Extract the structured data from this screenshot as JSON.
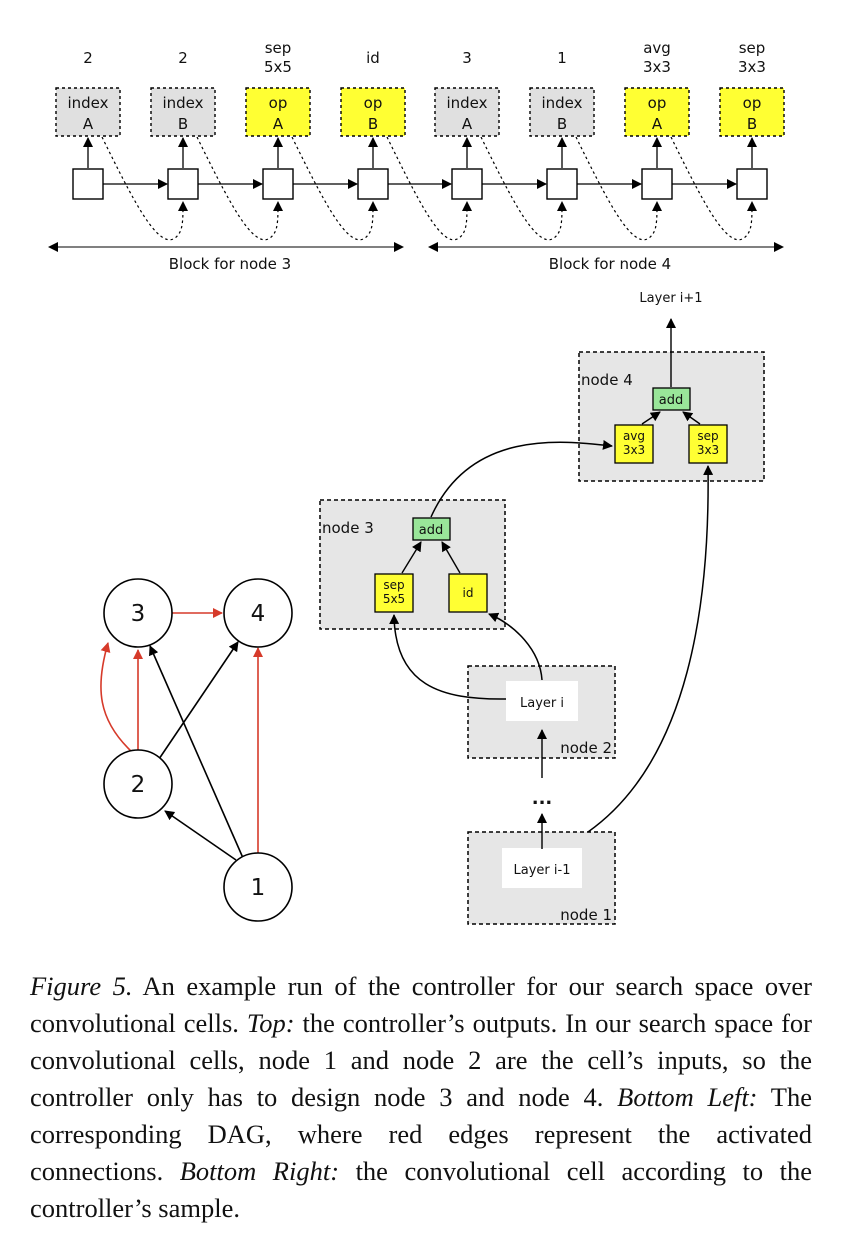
{
  "controller": {
    "outputs": [
      "2",
      "2",
      "sep\n5x5",
      "id",
      "3",
      "1",
      "avg\n3x3",
      "sep\n3x3"
    ],
    "boxes": [
      {
        "line1": "index",
        "line2": "A",
        "kind": "index"
      },
      {
        "line1": "index",
        "line2": "B",
        "kind": "index"
      },
      {
        "line1": "op",
        "line2": "A",
        "kind": "op"
      },
      {
        "line1": "op",
        "line2": "B",
        "kind": "op"
      },
      {
        "line1": "index",
        "line2": "A",
        "kind": "index"
      },
      {
        "line1": "index",
        "line2": "B",
        "kind": "index"
      },
      {
        "line1": "op",
        "line2": "A",
        "kind": "op"
      },
      {
        "line1": "op",
        "line2": "B",
        "kind": "op"
      }
    ],
    "blocks": [
      "Block for node 3",
      "Block for node 4"
    ]
  },
  "dag": {
    "nodes": [
      "1",
      "2",
      "3",
      "4"
    ]
  },
  "cell": {
    "layer_next": "Layer i+1",
    "node4": {
      "label": "node 4",
      "add": "add",
      "opA": "avg\n3x3",
      "opB": "sep\n3x3"
    },
    "node3": {
      "label": "node 3",
      "add": "add",
      "opA": "sep\n5x5",
      "opB": "id"
    },
    "node2": {
      "label": "node 2",
      "layer": "Layer i"
    },
    "node1": {
      "label": "node 1",
      "layer": "Layer i-1"
    },
    "dots": "..."
  },
  "colors": {
    "op": "#ffff33",
    "index": "#e0e0e0",
    "add": "#99e699",
    "node_bg": "#e6e6e6",
    "active_edge": "#d63a2a"
  },
  "caption": {
    "fig_label": "Figure 5.",
    "t1": " An example run of the controller for our search space over convolutional cells. ",
    "top_label": "Top:",
    "t2": " the controller’s outputs. In our search space for convolutional cells, node 1 and node 2 are the cell’s inputs, so the controller only has to design node 3 and node 4. ",
    "bl_label": "Bottom Left:",
    "t3": " The corresponding DAG, where red edges represent the activated connections. ",
    "br_label": "Bottom Right:",
    "t4": " the convolutional cell according to the controller’s sample."
  }
}
